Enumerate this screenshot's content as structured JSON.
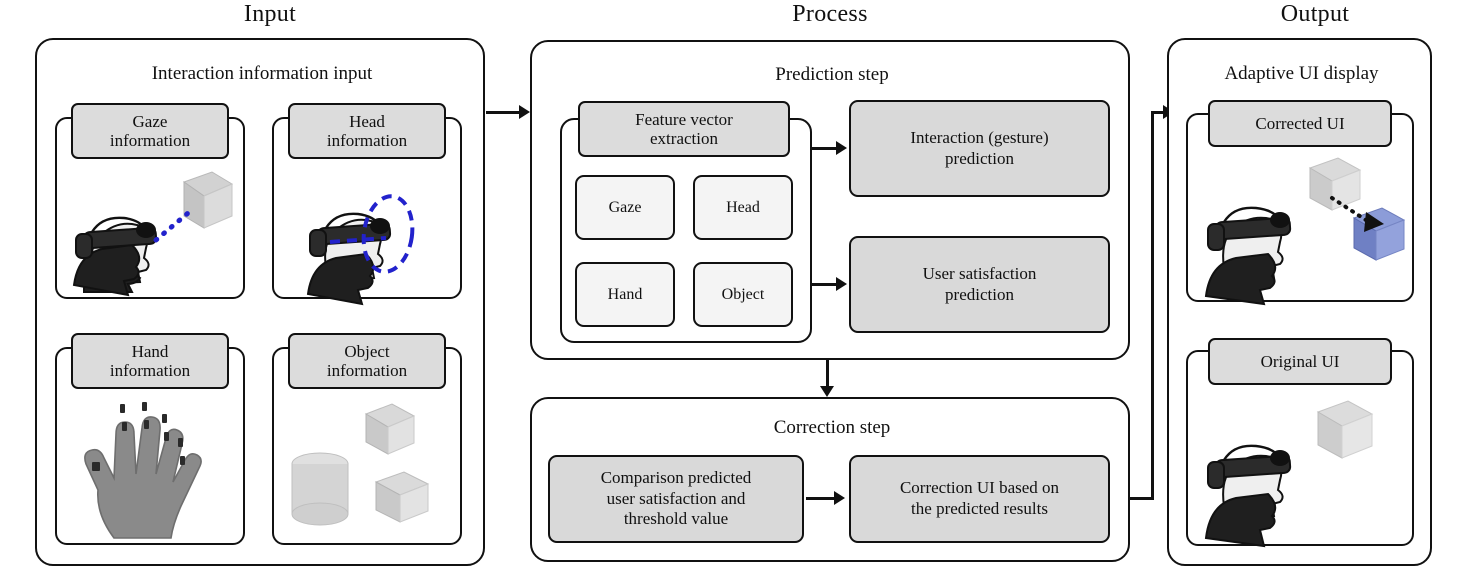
{
  "columns": [
    {
      "key": "input",
      "label": "Input"
    },
    {
      "key": "process",
      "label": "Process"
    },
    {
      "key": "output",
      "label": "Output"
    }
  ],
  "input": {
    "title": "Interaction information input",
    "cards": [
      {
        "name": "gaze",
        "label": "Gaze\ninformation",
        "illustration": "avatar-hmd-gaze-ray-to-cube"
      },
      {
        "name": "head",
        "label": "Head\ninformation",
        "illustration": "avatar-hmd-head-rotation-dashed"
      },
      {
        "name": "hand",
        "label": "Hand\ninformation",
        "illustration": "tracked-hand-skeleton"
      },
      {
        "name": "object",
        "label": "Object\ninformation",
        "illustration": "cube-cylinder-cube-primitives"
      }
    ],
    "card_labels": {
      "gaze_line1": "Gaze",
      "gaze_line2": "information",
      "head_line1": "Head",
      "head_line2": "information",
      "hand_line1": "Hand",
      "hand_line2": "information",
      "object_line1": "Object",
      "object_line2": "information"
    }
  },
  "process": {
    "prediction": {
      "title": "Prediction step",
      "feature_group_header_line1": "Feature vector",
      "feature_group_header_line2": "extraction",
      "features": [
        "Gaze",
        "Head",
        "Hand",
        "Object"
      ],
      "outputs": [
        {
          "name": "interaction-prediction",
          "line1": "Interaction  (gesture)",
          "line2": "prediction"
        },
        {
          "name": "user-satisfaction-prediction",
          "line1": "User satisfaction",
          "line2": "prediction"
        }
      ]
    },
    "correction": {
      "title": "Correction step",
      "boxes": [
        {
          "name": "comparison-box",
          "line1": "Comparison predicted",
          "line2": "user satisfaction  and",
          "line3": "threshold value"
        },
        {
          "name": "correction-ui-box",
          "line1": "Correction UI based on",
          "line2": "the predicted results"
        }
      ]
    }
  },
  "output": {
    "title": "Adaptive UI display",
    "cards": [
      {
        "name": "corrected-ui",
        "label": "Corrected UI",
        "illustration": "avatar-hmd-cube-moved-to-blue-cube"
      },
      {
        "name": "original-ui",
        "label": "Original  UI",
        "illustration": "avatar-hmd-grey-cube"
      }
    ]
  },
  "colors": {
    "stroke": "#111111",
    "chip_fill": "#dcdcdc",
    "grey_box_fill": "#d9d9d9",
    "light_box_fill": "#f4f4f4",
    "accent_blue": "#2222cc",
    "cube_blue": "#7b8fd4",
    "background": "#ffffff"
  },
  "connectors": [
    {
      "name": "input-to-process",
      "type": "arrow-right"
    },
    {
      "name": "prediction-to-correction",
      "type": "arrow-down"
    },
    {
      "name": "feature-to-interaction",
      "type": "arrow-right"
    },
    {
      "name": "feature-to-satisfaction",
      "type": "arrow-right"
    },
    {
      "name": "comparison-to-correction-ui",
      "type": "arrow-right"
    },
    {
      "name": "correction-to-output",
      "type": "elbow-arrow-right"
    }
  ]
}
